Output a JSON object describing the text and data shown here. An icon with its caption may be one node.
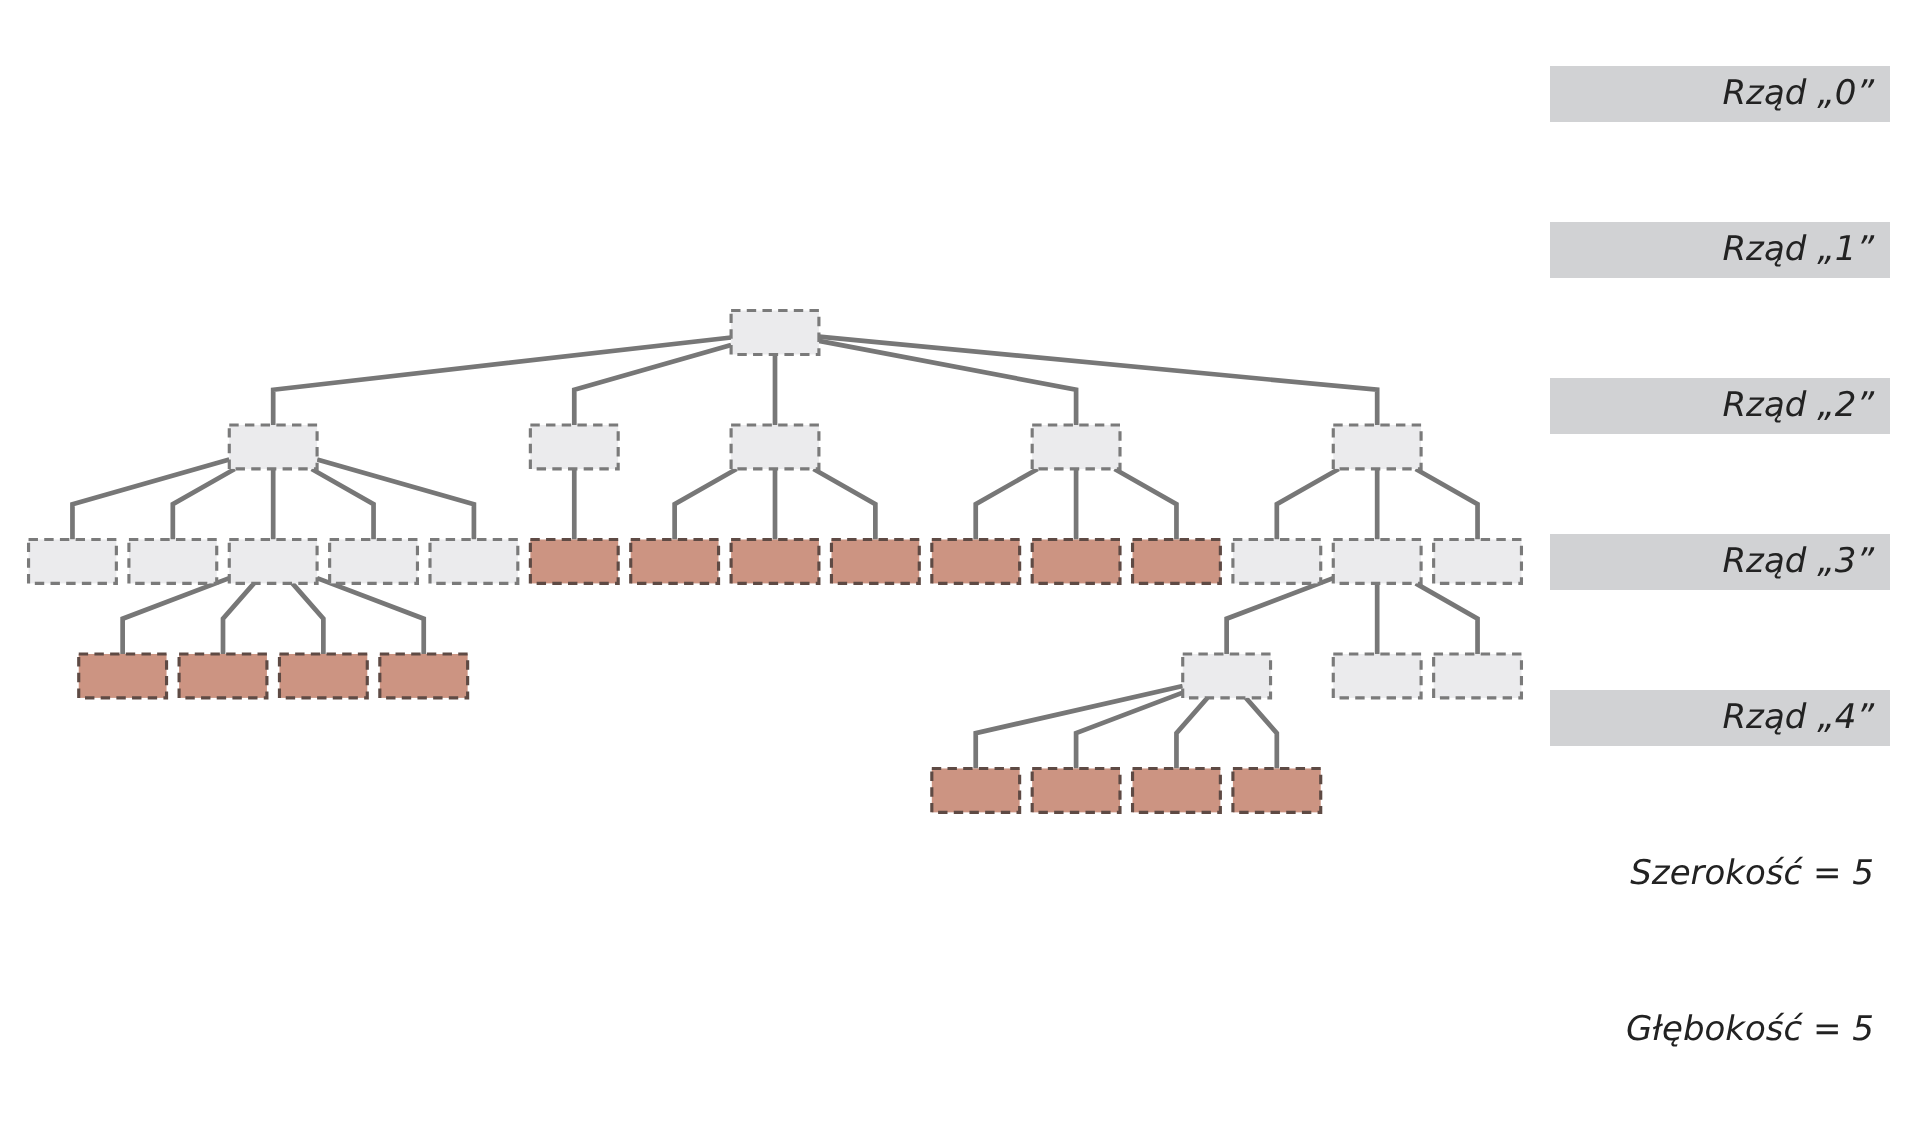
{
  "diagram": {
    "nodes": [
      {
        "text": [],
        "shape": "box"
      },
      {
        "text": [],
        "shape": "box"
      },
      {
        "text": [],
        "shape": "box"
      },
      {
        "text": [],
        "shape": "box"
      },
      {
        "text": [],
        "shape": "box"
      },
      {
        "text": [],
        "shape": "box"
      },
      {
        "text": [],
        "shape": "box"
      },
      {
        "text": [],
        "shape": "box"
      },
      {
        "text": [],
        "shape": "box"
      },
      {
        "text": [],
        "shape": "box"
      },
      {
        "text": [],
        "shape": "box"
      },
      {
        "text": [],
        "shape": "box"
      },
      {
        "text": [],
        "shape": "box"
      },
      {
        "text": [],
        "shape": "box"
      },
      {
        "text": [],
        "shape": "box"
      },
      {
        "text": [],
        "shape": "box"
      },
      {
        "text": [],
        "shape": "box"
      },
      {
        "text": [],
        "shape": "box"
      },
      {
        "text": [],
        "shape": "box"
      },
      {
        "text": [],
        "shape": "box"
      },
      {
        "text": [],
        "shape": "box"
      },
      {
        "text": [],
        "shape": "box"
      },
      {
        "text": [],
        "shape": "box"
      },
      {
        "text": [],
        "shape": "box"
      },
      {
        "text": [],
        "shape": "box"
      },
      {
        "text": [],
        "shape": "box"
      },
      {
        "text": [],
        "shape": "box"
      },
      {
        "text": [],
        "shape": "box"
      },
      {
        "text": [],
        "shape": "box"
      },
      {
        "text": [],
        "shape": "box"
      },
      {
        "text": [],
        "shape": "box"
      },
      {
        "text": [],
        "shape": "box"
      }
    ],
    "edges": [
      {
        "from": 0,
        "to": 1,
        "arrow": "none"
      },
      {
        "from": 0,
        "to": 2,
        "arrow": "none"
      },
      {
        "from": 0,
        "to": 3,
        "arrow": "none"
      },
      {
        "from": 0,
        "to": 4,
        "arrow": "none"
      },
      {
        "from": 0,
        "to": 5,
        "arrow": "none"
      },
      {
        "from": 1,
        "to": 6,
        "arrow": "none"
      },
      {
        "from": 1,
        "to": 7,
        "arrow": "none"
      },
      {
        "from": 1,
        "to": 8,
        "arrow": "none"
      },
      {
        "from": 1,
        "to": 9,
        "arrow": "none"
      },
      {
        "from": 1,
        "to": 10,
        "arrow": "none"
      },
      {
        "from": 2,
        "to": 11,
        "arrow": "none"
      },
      {
        "from": 3,
        "to": 12,
        "arrow": "none"
      },
      {
        "from": 3,
        "to": 13,
        "arrow": "none"
      },
      {
        "from": 3,
        "to": 14,
        "arrow": "none"
      },
      {
        "from": 4,
        "to": 15,
        "arrow": "none"
      },
      {
        "from": 4,
        "to": 16,
        "arrow": "none"
      },
      {
        "from": 4,
        "to": 17,
        "arrow": "none"
      },
      {
        "from": 5,
        "to": 18,
        "arrow": "none"
      },
      {
        "from": 5,
        "to": 19,
        "arrow": "none"
      },
      {
        "from": 5,
        "to": 20,
        "arrow": "none"
      },
      {
        "from": 8,
        "to": 21,
        "arrow": "none"
      },
      {
        "from": 8,
        "to": 22,
        "arrow": "none"
      },
      {
        "from": 8,
        "to": 23,
        "arrow": "none"
      },
      {
        "from": 8,
        "to": 24,
        "arrow": "none"
      },
      {
        "from": 19,
        "to": 25,
        "arrow": "none"
      },
      {
        "from": 19,
        "to": 26,
        "arrow": "none"
      },
      {
        "from": 19,
        "to": 27,
        "arrow": "none"
      },
      {
        "from": 25,
        "to": 28,
        "arrow": "none"
      },
      {
        "from": 25,
        "to": 29,
        "arrow": "none"
      },
      {
        "from": 25,
        "to": 30,
        "arrow": "none"
      },
      {
        "from": 25,
        "to": 31,
        "arrow": "none"
      }
    ],
    "labels": [
      "Rząd „0”",
      "Rząd „1”",
      "Rząd „2”",
      "Rząd „3”",
      "Rząd „4”",
      "Szerokość = 5",
      "Głębokość = 5"
    ]
  }
}
